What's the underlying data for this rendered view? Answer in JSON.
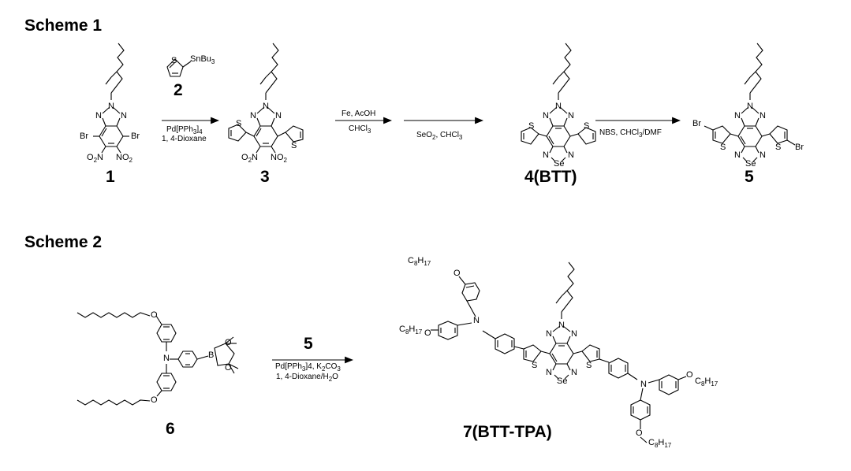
{
  "schemes": [
    {
      "title": "Scheme 1"
    },
    {
      "title": "Scheme 2"
    }
  ],
  "compounds": {
    "c1": "1",
    "c2": "2",
    "c3": "3",
    "c4": "4(BTT)",
    "c5": "5",
    "c6": "6",
    "c7": "7(BTT-TPA)",
    "c5_reagent": "5"
  },
  "conditions": {
    "s1_step1_line1": "Pd[PPh3]4",
    "s1_step1_line2": "1, 4-Dioxane",
    "s1_step2_line1": "Fe, AcOH",
    "s1_step2_line2": "CHCl3",
    "s1_step3": "SeO2, CHCl3",
    "s1_step4": "NBS, CHCl3/DMF",
    "s2_line1": "Pd[PPh3]4, K2CO3",
    "s2_line2": "1, 4-Dioxane/H2O"
  },
  "atoms": {
    "N": "N",
    "S": "S",
    "Se": "Se",
    "Br": "Br",
    "O": "O",
    "NO2": "NO2",
    "O2N": "O2N",
    "B": "B",
    "SnBu3": "SnBu3",
    "C8H17": "C8H17"
  },
  "colors": {
    "ink": "#000000",
    "background": "#ffffff"
  }
}
